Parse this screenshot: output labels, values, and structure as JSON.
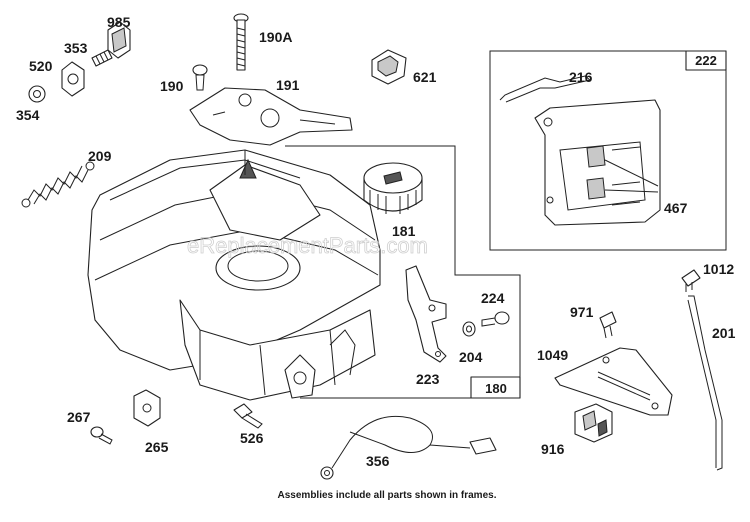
{
  "labels": {
    "p985": "985",
    "p353": "353",
    "p520": "520",
    "p354": "354",
    "p190A": "190A",
    "p190": "190",
    "p191": "191",
    "p621": "621",
    "p209": "209",
    "p181": "181",
    "p216": "216",
    "p467": "467",
    "p224": "224",
    "p204": "204",
    "p223": "223",
    "p1012": "1012",
    "p971": "971",
    "p201": "201",
    "p1049": "1049",
    "p916": "916",
    "p267": "267",
    "p265": "265",
    "p526": "526",
    "p356": "356"
  },
  "frames": {
    "frame222": "222",
    "frame180": "180"
  },
  "watermark": "eReplacementParts.com",
  "footer_note": "Assemblies include all parts shown in frames."
}
